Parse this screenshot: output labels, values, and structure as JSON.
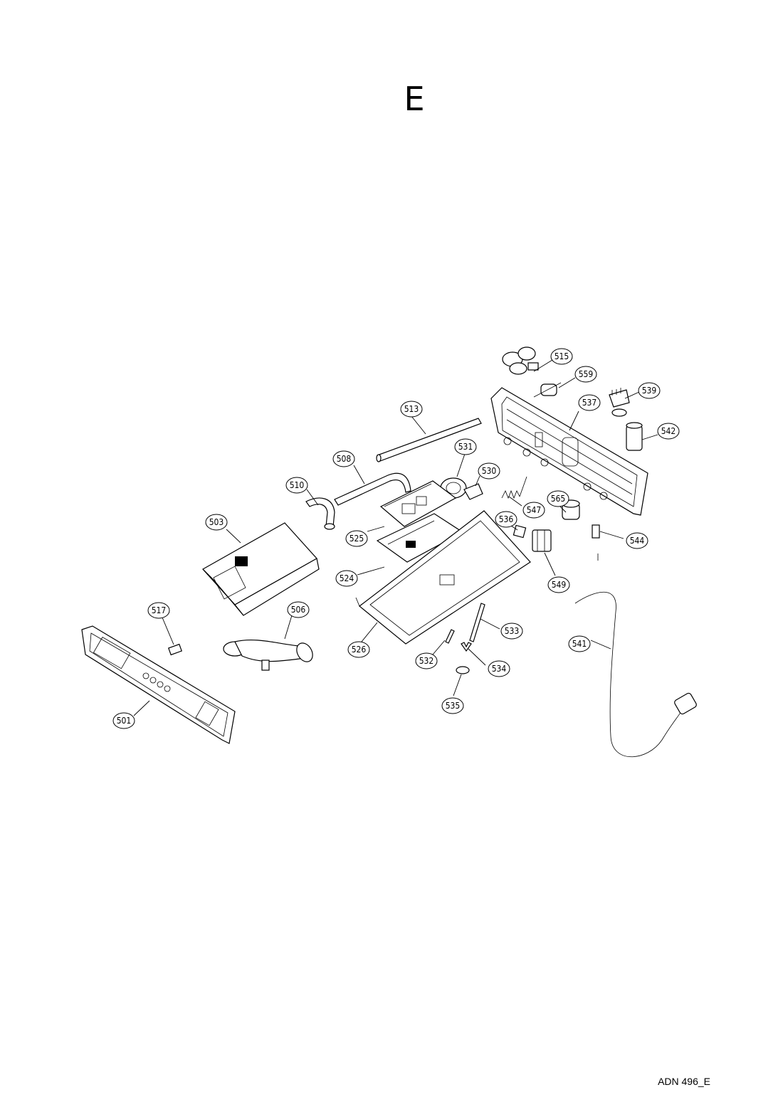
{
  "page": {
    "title": "E",
    "doc_code": "ADN 496_E"
  },
  "diagram": {
    "part_labels": [
      "515",
      "559",
      "539",
      "513",
      "537",
      "542",
      "531",
      "508",
      "530",
      "510",
      "547",
      "565",
      "503",
      "536",
      "525",
      "544",
      "524",
      "549",
      "517",
      "506",
      "533",
      "541",
      "526",
      "532",
      "534",
      "535",
      "501"
    ]
  }
}
